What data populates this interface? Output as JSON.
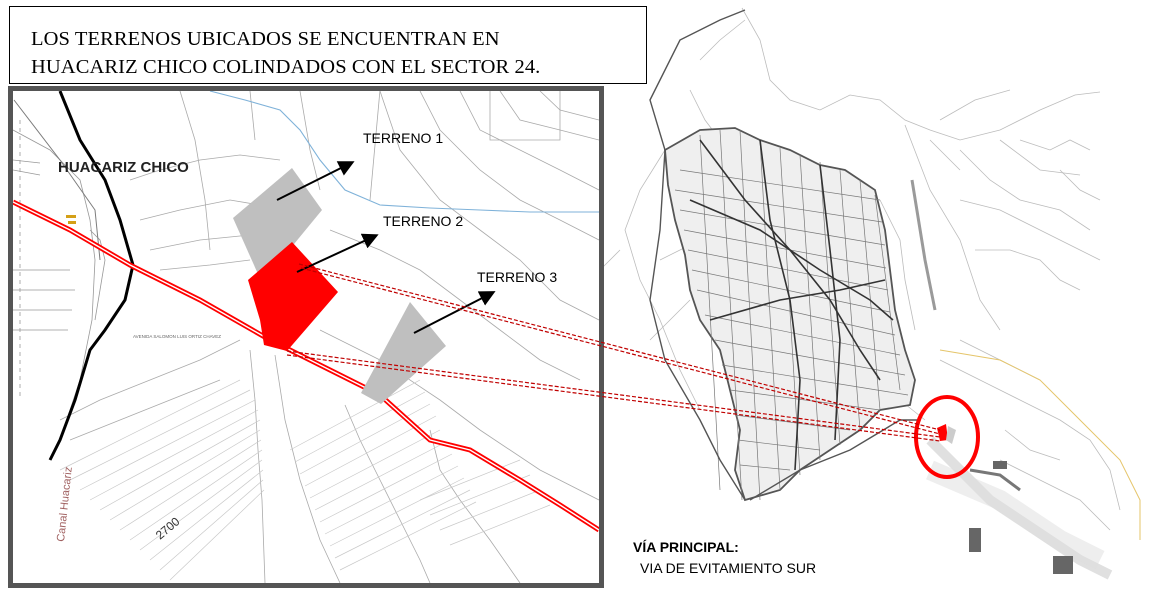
{
  "caption": {
    "line1": "LOS TERRENOS UBICADOS SE ENCUENTRAN EN",
    "line2": "HUACARIZ CHICO COLINDADOS CON EL SECTOR 24."
  },
  "detail_map": {
    "place_label": "HUACARIZ CHICO",
    "canal_label": "Canal Huacariz",
    "contour_label": "2700",
    "road_small_label": "AVENIDA SALOMON LUIS ORTIZ CHAVEZ",
    "terrenos": [
      {
        "label": "TERRENO 1",
        "color": "#bfbfbf"
      },
      {
        "label": "TERRENO 2",
        "color": "#ff0000"
      },
      {
        "label": "TERRENO 3",
        "color": "#bfbfbf"
      }
    ],
    "road_color": "#ff0000",
    "boundary_color": "#000000",
    "canal_color": "#7fb2d9"
  },
  "legend": {
    "title": "VÍA PRINCIPAL:",
    "value": "VIA DE EVITAMIENTO SUR"
  },
  "highlight_color": "#ff0000",
  "leader_color": "#c00000"
}
